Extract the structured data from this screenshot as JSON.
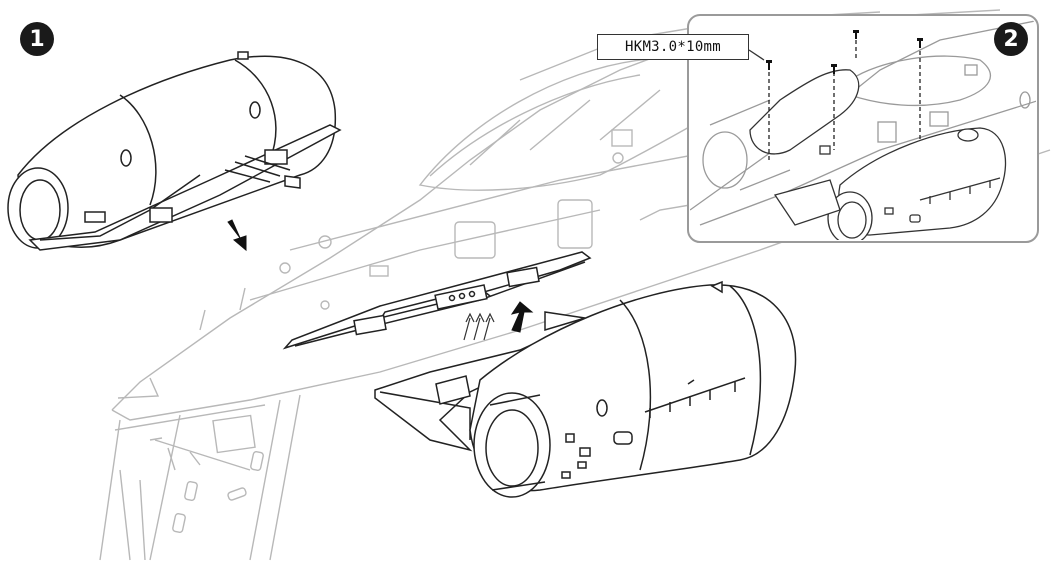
{
  "steps": [
    {
      "number": "1"
    },
    {
      "number": "2"
    }
  ],
  "screw_label": "HKM3.0*10mm",
  "colors": {
    "line_light": "#b5b5b5",
    "line_dark": "#222222",
    "badge": "#1a1a1a",
    "inset_border": "#9a9a9a"
  }
}
